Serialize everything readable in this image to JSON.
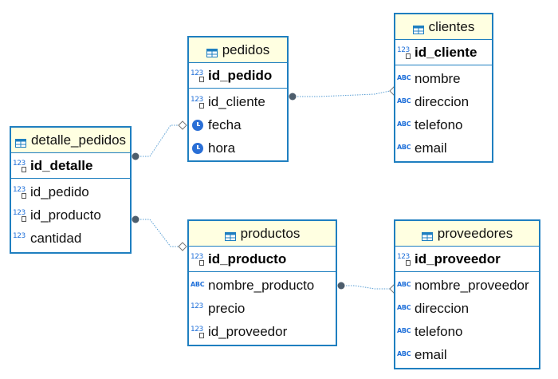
{
  "colors": {
    "border": "#1f7fc0",
    "header_bg": "#ffffe1",
    "connector": "#5a9fd4",
    "endpoint": "#4d5d6c"
  },
  "tables": {
    "pedidos": {
      "name": "pedidos",
      "pk": {
        "name": "id_pedido",
        "icon": "numeric-key-icon"
      },
      "columns": [
        {
          "name": "id_cliente",
          "icon": "numeric-foreign-key-icon"
        },
        {
          "name": "fecha",
          "icon": "clock-icon"
        },
        {
          "name": "hora",
          "icon": "clock-icon"
        }
      ]
    },
    "clientes": {
      "name": "clientes",
      "pk": {
        "name": "id_cliente",
        "icon": "numeric-key-icon"
      },
      "columns": [
        {
          "name": "nombre",
          "icon": "text-icon"
        },
        {
          "name": "direccion",
          "icon": "text-icon"
        },
        {
          "name": "telefono",
          "icon": "text-icon"
        },
        {
          "name": "email",
          "icon": "text-icon"
        }
      ]
    },
    "detalle_pedidos": {
      "name": "detalle_pedidos",
      "pk": {
        "name": "id_detalle",
        "icon": "numeric-key-icon"
      },
      "columns": [
        {
          "name": "id_pedido",
          "icon": "numeric-foreign-key-icon"
        },
        {
          "name": "id_producto",
          "icon": "numeric-foreign-key-icon"
        },
        {
          "name": "cantidad",
          "icon": "numeric-icon"
        }
      ]
    },
    "productos": {
      "name": "productos",
      "pk": {
        "name": "id_producto",
        "icon": "numeric-key-icon"
      },
      "columns": [
        {
          "name": "nombre_producto",
          "icon": "text-icon"
        },
        {
          "name": "precio",
          "icon": "numeric-icon"
        },
        {
          "name": "id_proveedor",
          "icon": "numeric-foreign-key-icon"
        }
      ]
    },
    "proveedores": {
      "name": "proveedores",
      "pk": {
        "name": "id_proveedor",
        "icon": "numeric-key-icon"
      },
      "columns": [
        {
          "name": "nombre_proveedor",
          "icon": "text-icon"
        },
        {
          "name": "direccion",
          "icon": "text-icon"
        },
        {
          "name": "telefono",
          "icon": "text-icon"
        },
        {
          "name": "email",
          "icon": "text-icon"
        }
      ]
    }
  },
  "relationships": [
    {
      "from": "pedidos.id_cliente",
      "to": "clientes.id_cliente"
    },
    {
      "from": "detalle_pedidos.id_pedido",
      "to": "pedidos.id_pedido"
    },
    {
      "from": "detalle_pedidos.id_producto",
      "to": "productos.id_producto"
    },
    {
      "from": "productos.id_proveedor",
      "to": "proveedores.id_proveedor"
    }
  ]
}
